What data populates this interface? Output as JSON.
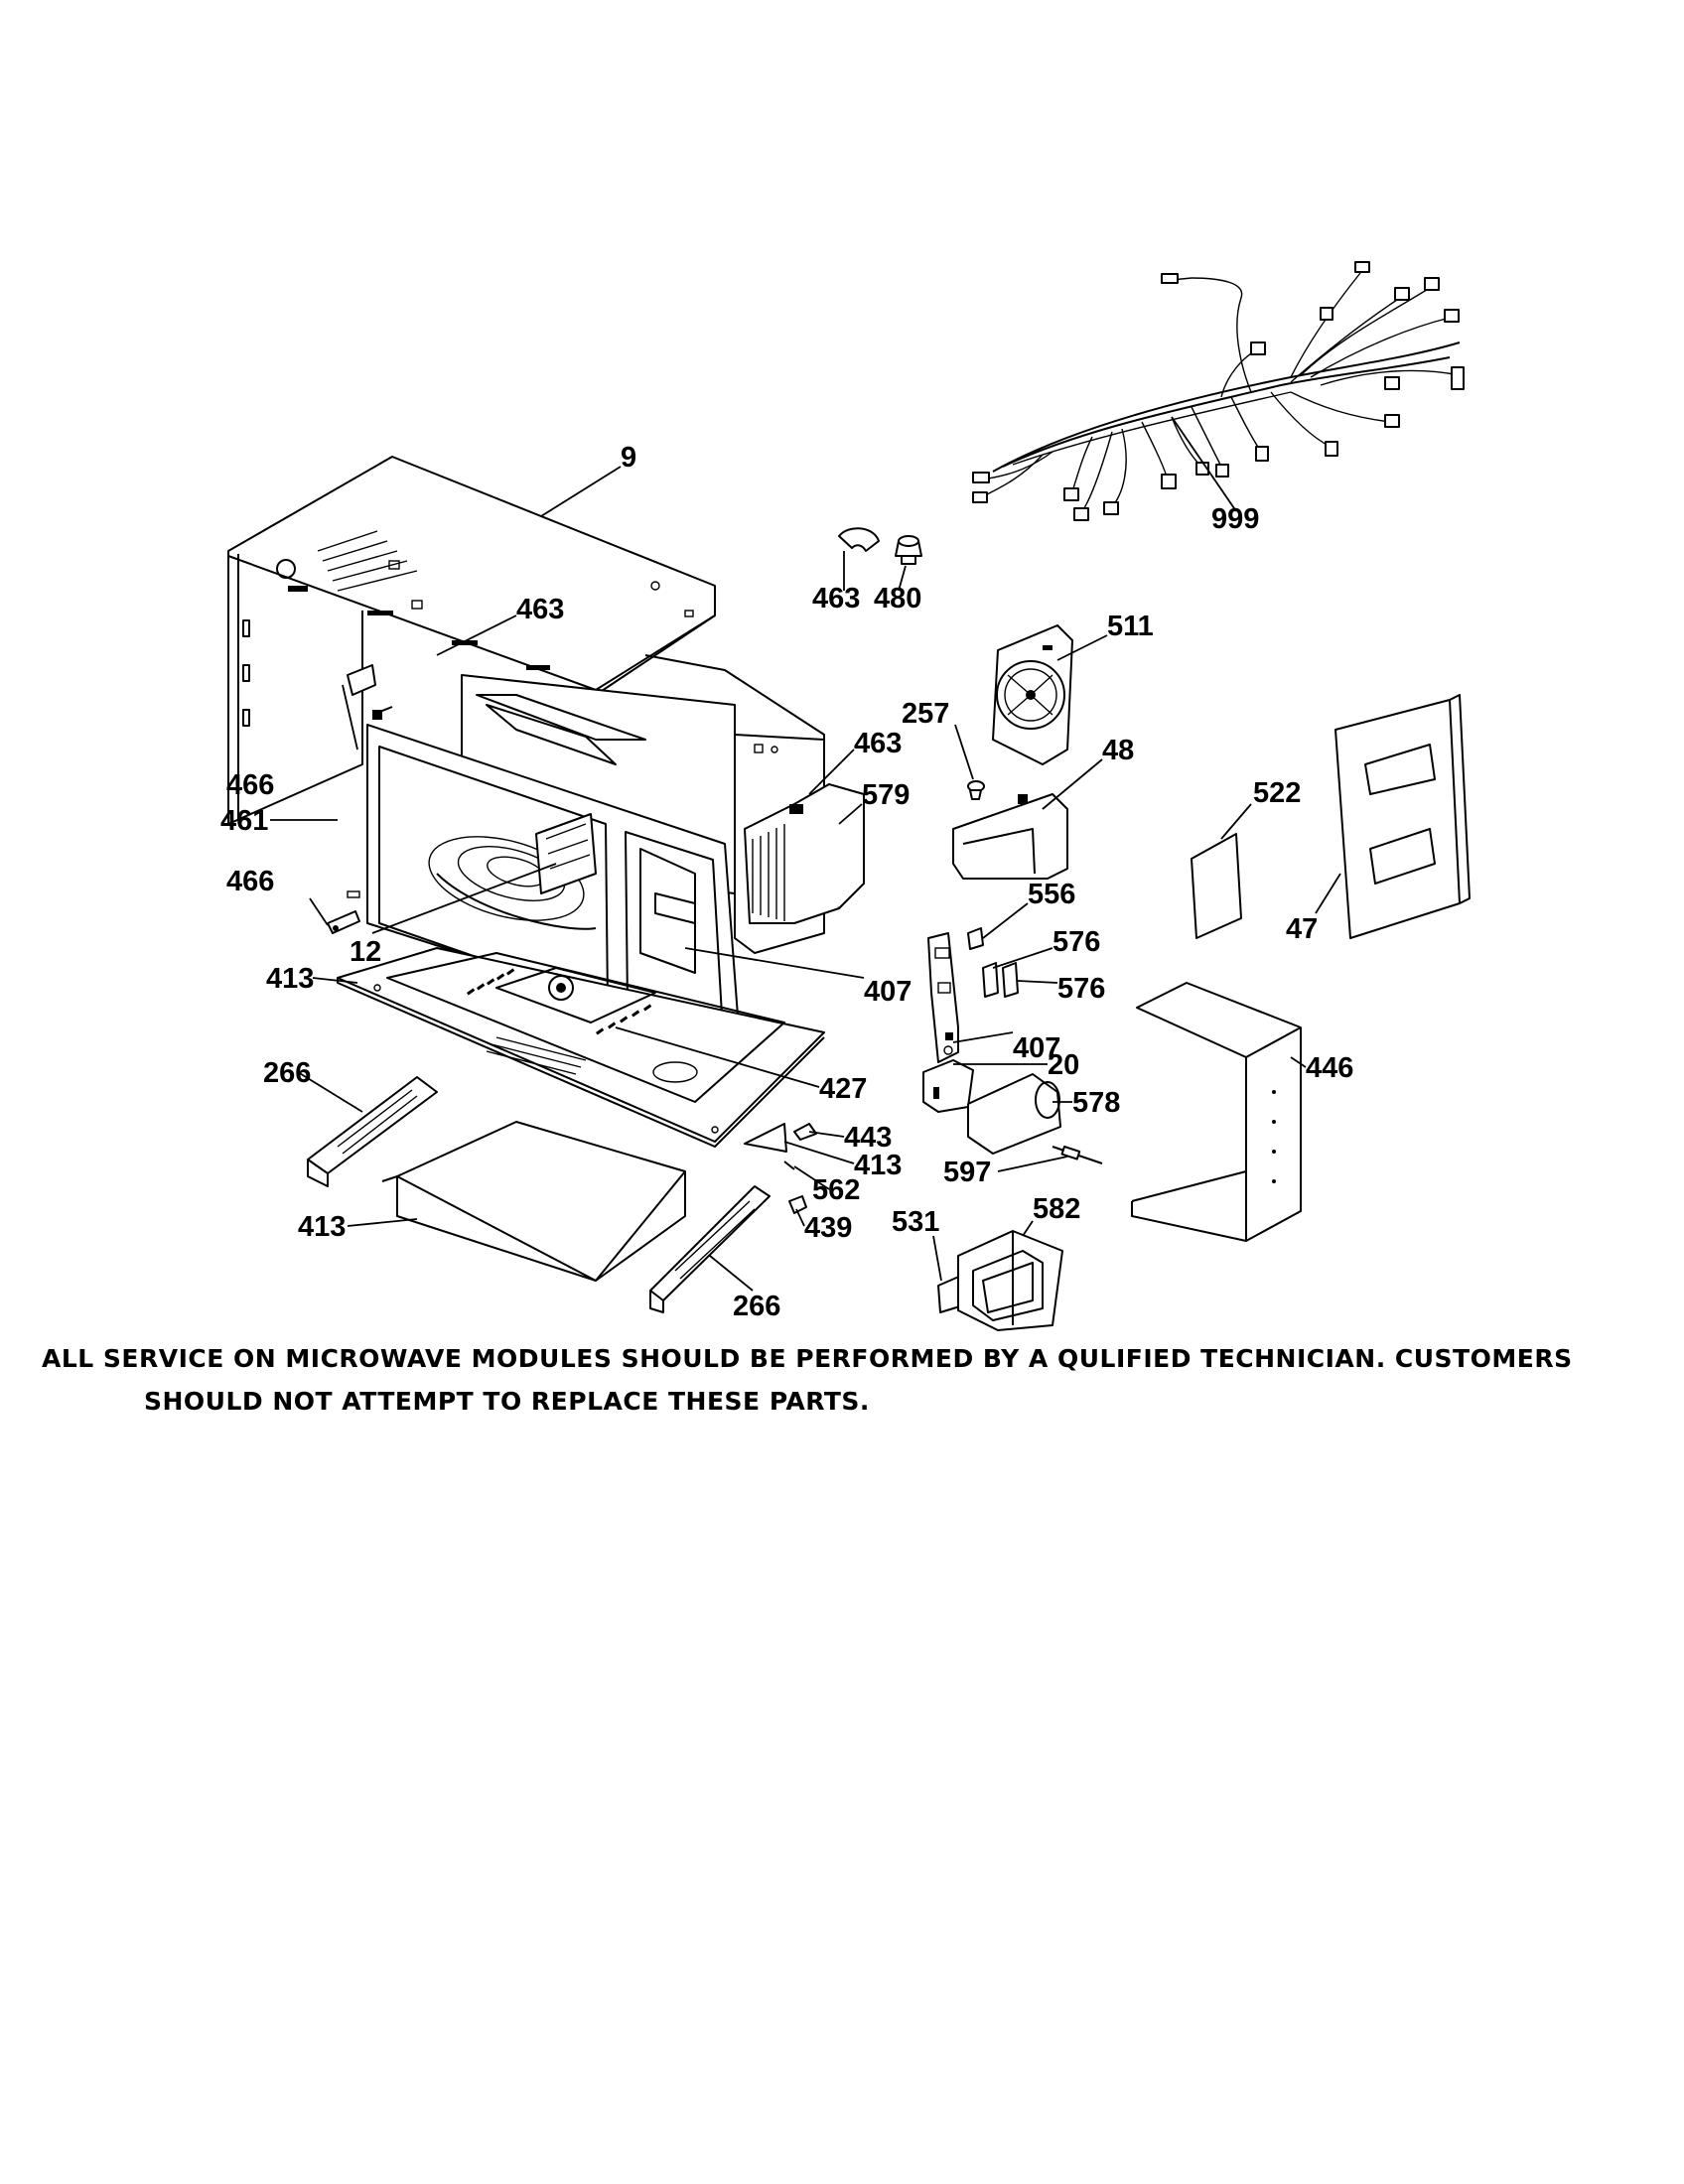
{
  "diagram": {
    "callouts": [
      {
        "id": "c999",
        "text": "999"
      },
      {
        "id": "c9",
        "text": "9"
      },
      {
        "id": "c463a",
        "text": "463"
      },
      {
        "id": "c480",
        "text": "480"
      },
      {
        "id": "c463b",
        "text": "463"
      },
      {
        "id": "c511",
        "text": "511"
      },
      {
        "id": "c257",
        "text": "257"
      },
      {
        "id": "c463c",
        "text": "463"
      },
      {
        "id": "c579",
        "text": "579"
      },
      {
        "id": "c48",
        "text": "48"
      },
      {
        "id": "c522",
        "text": "522"
      },
      {
        "id": "c466a",
        "text": "466"
      },
      {
        "id": "c461",
        "text": "461"
      },
      {
        "id": "c466b",
        "text": "466"
      },
      {
        "id": "c12",
        "text": "12"
      },
      {
        "id": "c556",
        "text": "556"
      },
      {
        "id": "c576a",
        "text": "576"
      },
      {
        "id": "c576b",
        "text": "576"
      },
      {
        "id": "c47",
        "text": "47"
      },
      {
        "id": "c413a",
        "text": "413"
      },
      {
        "id": "c407a",
        "text": "407"
      },
      {
        "id": "c407b",
        "text": "407"
      },
      {
        "id": "c446",
        "text": "446"
      },
      {
        "id": "c266a",
        "text": "266"
      },
      {
        "id": "c20",
        "text": "20"
      },
      {
        "id": "c578",
        "text": "578"
      },
      {
        "id": "c427",
        "text": "427"
      },
      {
        "id": "c443",
        "text": "443"
      },
      {
        "id": "c413b",
        "text": "413"
      },
      {
        "id": "c597",
        "text": "597"
      },
      {
        "id": "c562",
        "text": "562"
      },
      {
        "id": "c531",
        "text": "531"
      },
      {
        "id": "c582",
        "text": "582"
      },
      {
        "id": "c413c",
        "text": "413"
      },
      {
        "id": "c439",
        "text": "439"
      },
      {
        "id": "c266b",
        "text": "266"
      }
    ],
    "notice": {
      "line1": "ALL SERVICE ON MICROWAVE MODULES SHOULD BE PERFORMED BY A QULIFIED TECHNICIAN. CUSTOMERS",
      "line2": "SHOULD NOT ATTEMPT TO REPLACE THESE PARTS."
    }
  }
}
